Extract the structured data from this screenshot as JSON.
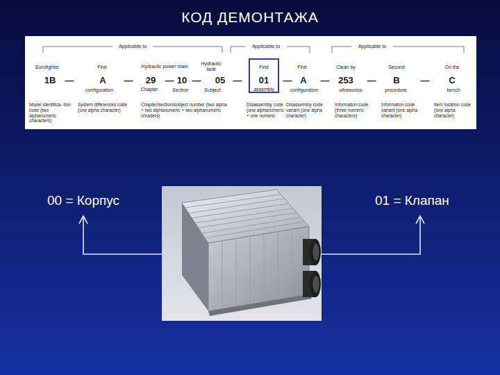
{
  "diagram": {
    "title": "КОД ДЕМОНТАЖА",
    "nodes": [
      {
        "text": [
          "Applicable to",
          "Applicable to",
          "Applicable to",
          "Eurofighter",
          "First",
          "Hydraulic power main",
          "Hydraulic tank",
          "First",
          "Clean by",
          "Second",
          "On the",
          "1B",
          "—",
          "A",
          "—",
          "29",
          "—",
          "10",
          "—",
          "05",
          "—",
          "—",
          "A",
          "—",
          "253",
          "—",
          "B",
          "—",
          "C",
          "configuration",
          "Chapter",
          "Section",
          "Subject",
          "configuration",
          "ultrasonics",
          "procedure",
          "bench",
          "Model identifica- tion code (two alphanumeric characters)",
          "System differences code (one alpha character)",
          "Chapter/section/subject number (two alpha + two alphanumeric + two alphanumeric chraders)",
          "Disassembly code (one alphanumeric + one numeric",
          "Disassembly code variant (one alpha character)",
          "Information code (three numeric characters)",
          "Information code variant (one alpha character)",
          "Item location code (one alpha character)"
        ]
      },
      {
        "text": [
          "First",
          "01",
          "assembly"
        ],
        "in": 0
      }
    ],
    "labels": [
      "00 = Корпус",
      "01 = Клапан"
    ]
  }
}
